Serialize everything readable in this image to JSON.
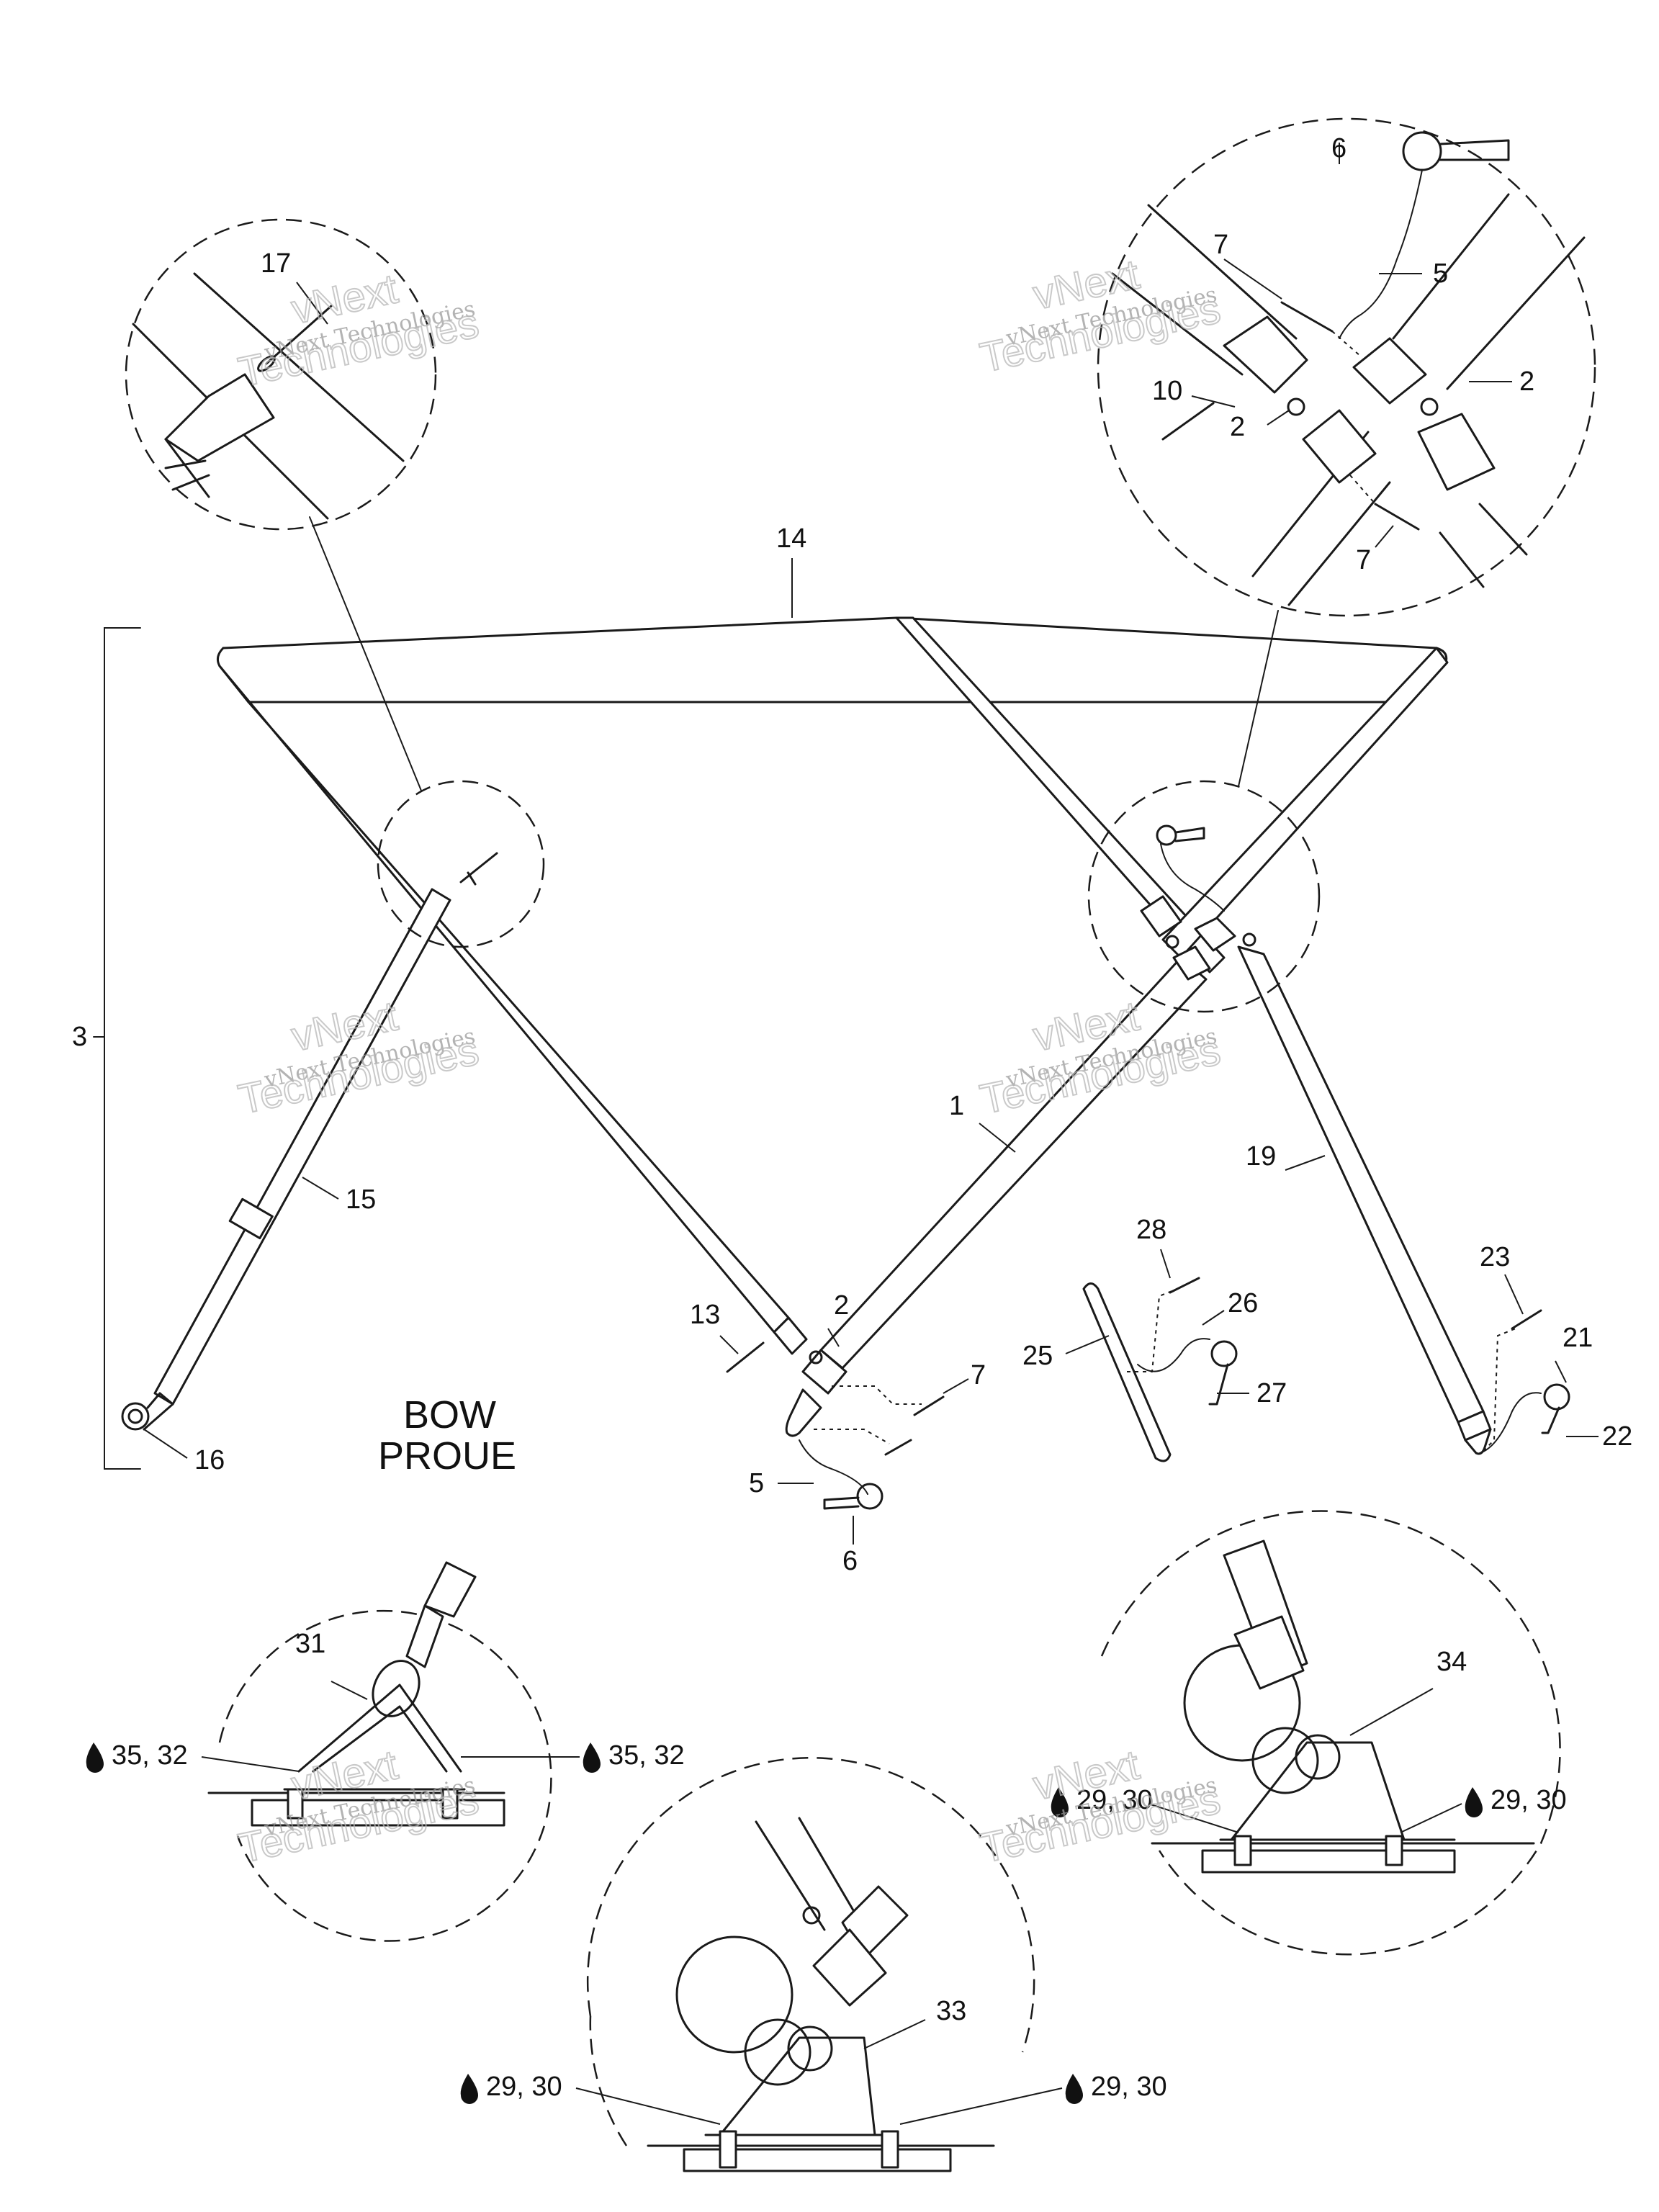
{
  "labels": {
    "bow": "BOW",
    "proue": "PROUE",
    "n1": "1",
    "n2a": "2",
    "n2b": "2",
    "n2c": "2",
    "n3": "3",
    "n5a": "5",
    "n5b": "5",
    "n6a": "6",
    "n6b": "6",
    "n7a": "7",
    "n7b": "7",
    "n7c": "7",
    "n10": "10",
    "n13": "13",
    "n14": "14",
    "n15": "15",
    "n16": "16",
    "n17": "17",
    "n19": "19",
    "n21": "21",
    "n22": "22",
    "n23": "23",
    "n25": "25",
    "n26": "26",
    "n27": "27",
    "n28": "28",
    "n31": "31",
    "n33": "33",
    "n34": "34",
    "c3532a": "35, 32",
    "c3532b": "35, 32",
    "c2930a": "29, 30",
    "c2930b": "29, 30",
    "c2930c": "29, 30",
    "c2930d": "29, 30"
  },
  "watermark": {
    "line1": "vNext Technologies",
    "line2": "vNext",
    "line3": "Technologies"
  },
  "icons": {
    "adhesive": "drop-icon"
  }
}
